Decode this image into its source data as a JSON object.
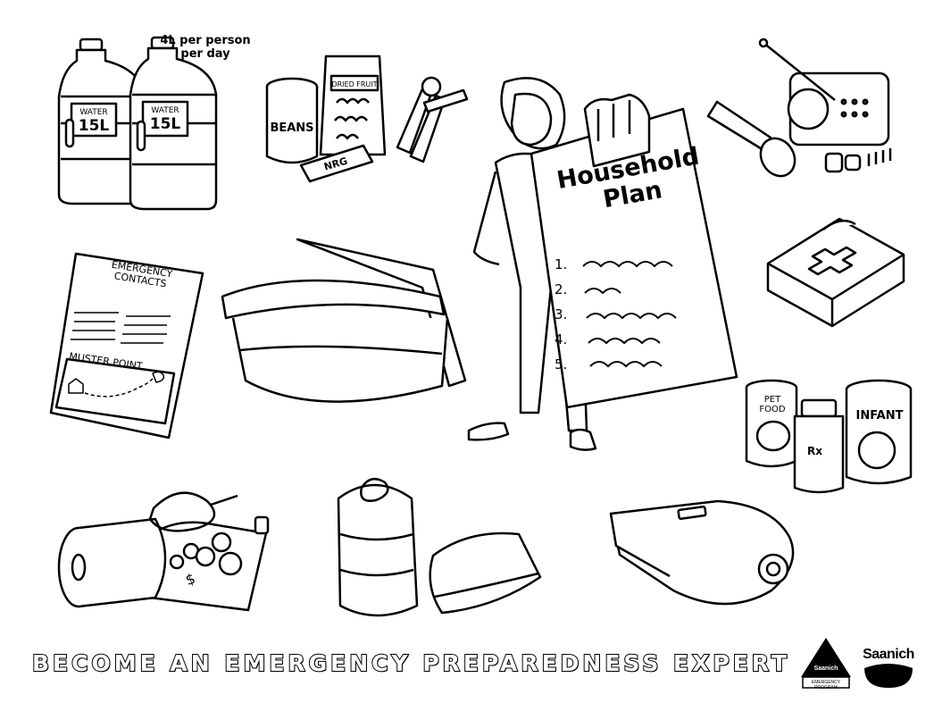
{
  "water": {
    "note_line1": "4L per person",
    "note_line2": "per day",
    "label": "WATER",
    "volume": "15L"
  },
  "food": {
    "can_label": "BEANS",
    "bag_label": "DRIED FRUIT",
    "bar_label": "NRG"
  },
  "plan": {
    "title_line1": "Household",
    "title_line2": "Plan",
    "items": [
      "1.",
      "2.",
      "3.",
      "4.",
      "5."
    ]
  },
  "contacts": {
    "title_line1": "EMERGENCY",
    "title_line2": "CONTACTS",
    "muster": "MUSTER POINT"
  },
  "supplies": {
    "pet_line1": "PET",
    "pet_line2": "FOOD",
    "rx": "Rx",
    "infant": "INFANT",
    "money": "$"
  },
  "footer": {
    "text": "BECOME AN EMERGENCY PREPAREDNESS EXPERT"
  },
  "logos": {
    "ep_name": "Saanich",
    "ep_sub": "EMERGENCY PROGRAM",
    "saanich": "Saanich"
  }
}
